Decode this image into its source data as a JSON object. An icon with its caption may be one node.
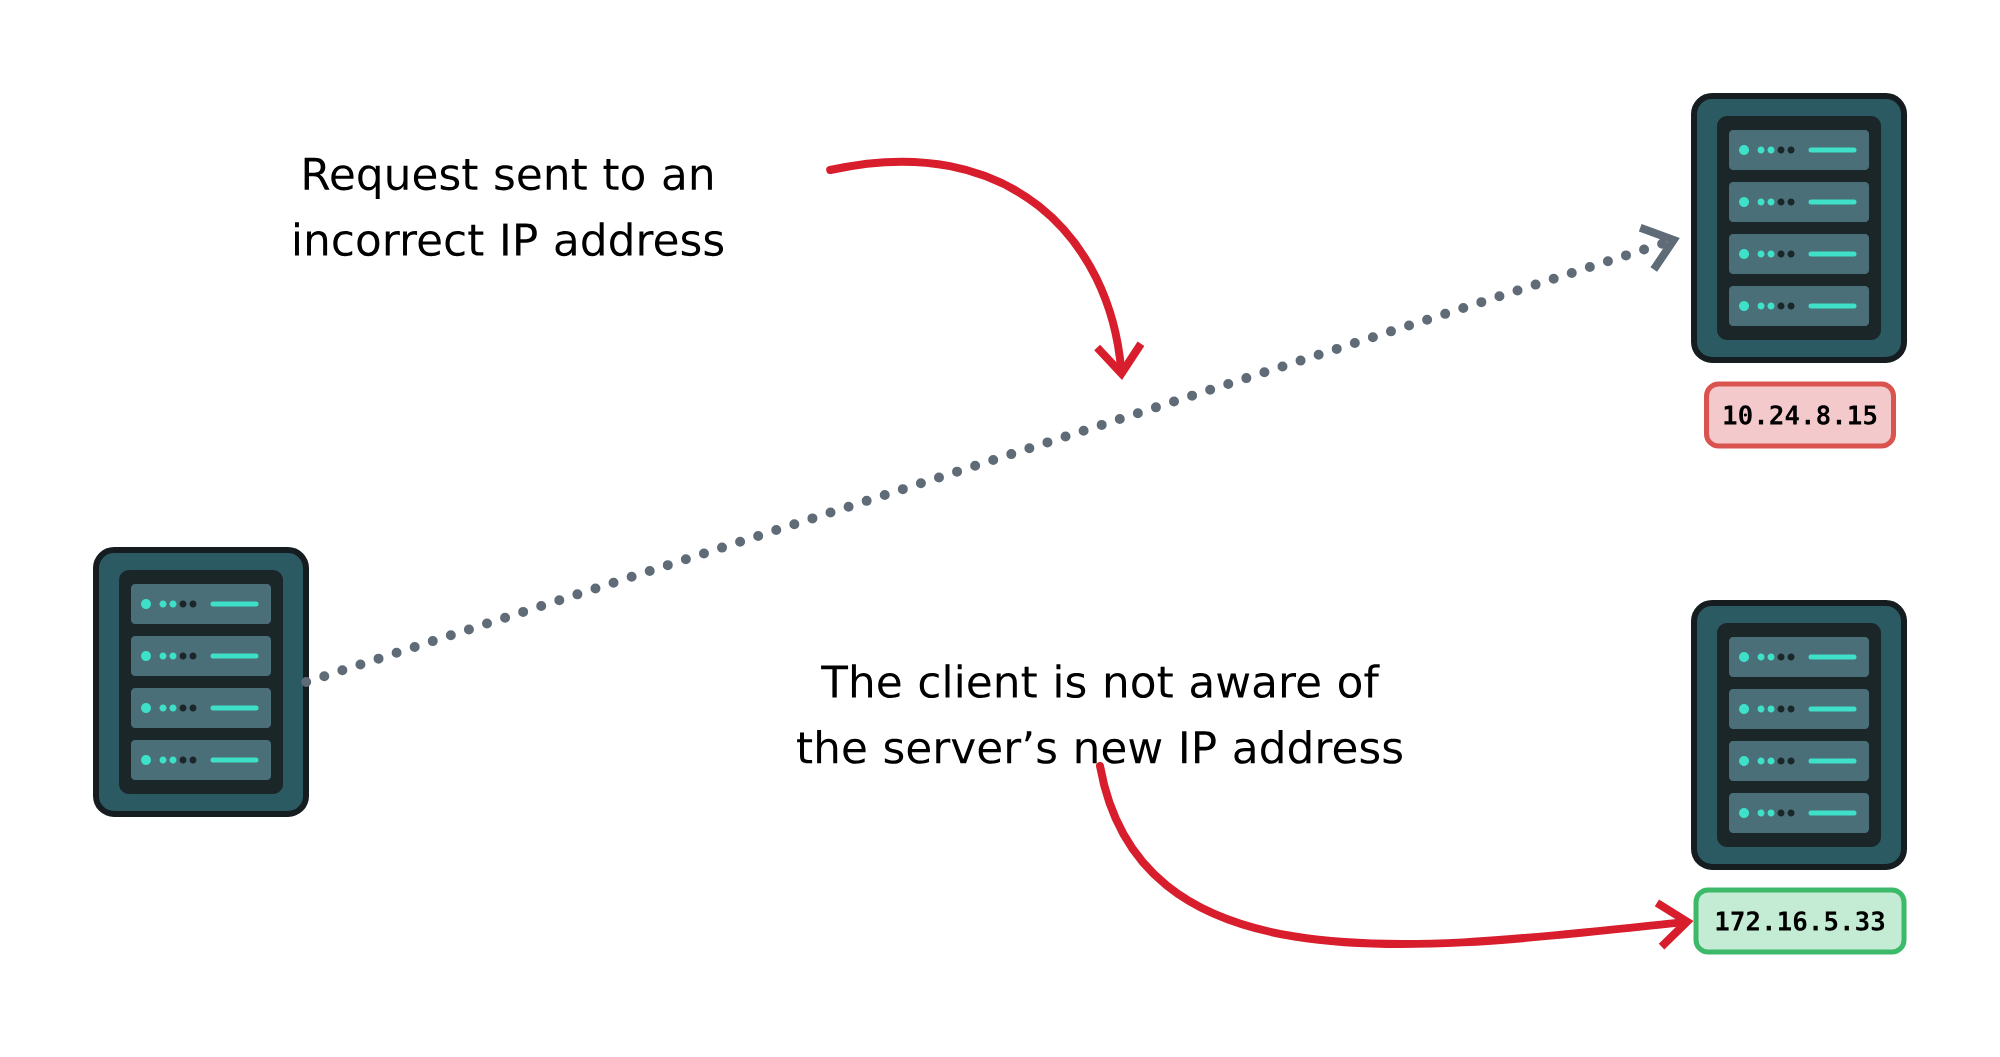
{
  "diagram": {
    "nodes": [
      {
        "text": [],
        "shape": "server"
      },
      {
        "text": [],
        "shape": "server"
      },
      {
        "text": [
          "10.24.8.15"
        ]
      },
      {
        "text": [],
        "shape": "server"
      },
      {
        "text": [
          "172.16.5.33"
        ]
      },
      {
        "text": [
          "Request sent to an incorrect IP address"
        ]
      },
      {
        "text": [
          "The client is not aware of the server’s new IP address"
        ]
      }
    ],
    "edges": [
      {
        "from": 0,
        "to": 1,
        "arrow": "to",
        "style": "dashed",
        "color": "#5f6b77"
      },
      {
        "from": 5,
        "to": null,
        "arrow": "to",
        "color": "#d81e2c"
      },
      {
        "from": 6,
        "to": 4,
        "arrow": "to",
        "color": "#d81e2c"
      }
    ]
  }
}
